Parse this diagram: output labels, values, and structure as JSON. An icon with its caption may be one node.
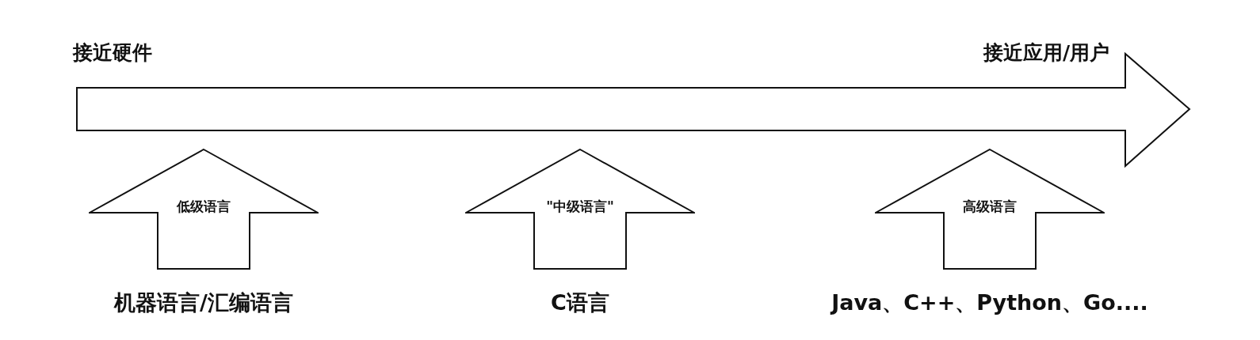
{
  "diagram": {
    "nodes": [
      {
        "text": [
          "低级语言"
        ],
        "beside": [
          "机器语言/汇编语言"
        ]
      },
      {
        "text": [
          "\"中级语言\""
        ],
        "beside": [
          "C语言"
        ]
      },
      {
        "text": [
          "高级语言"
        ],
        "beside": [
          "Java、C++、Python、Go...."
        ]
      }
    ],
    "labels": [
      "接近硬件",
      "接近应用/用户"
    ]
  }
}
